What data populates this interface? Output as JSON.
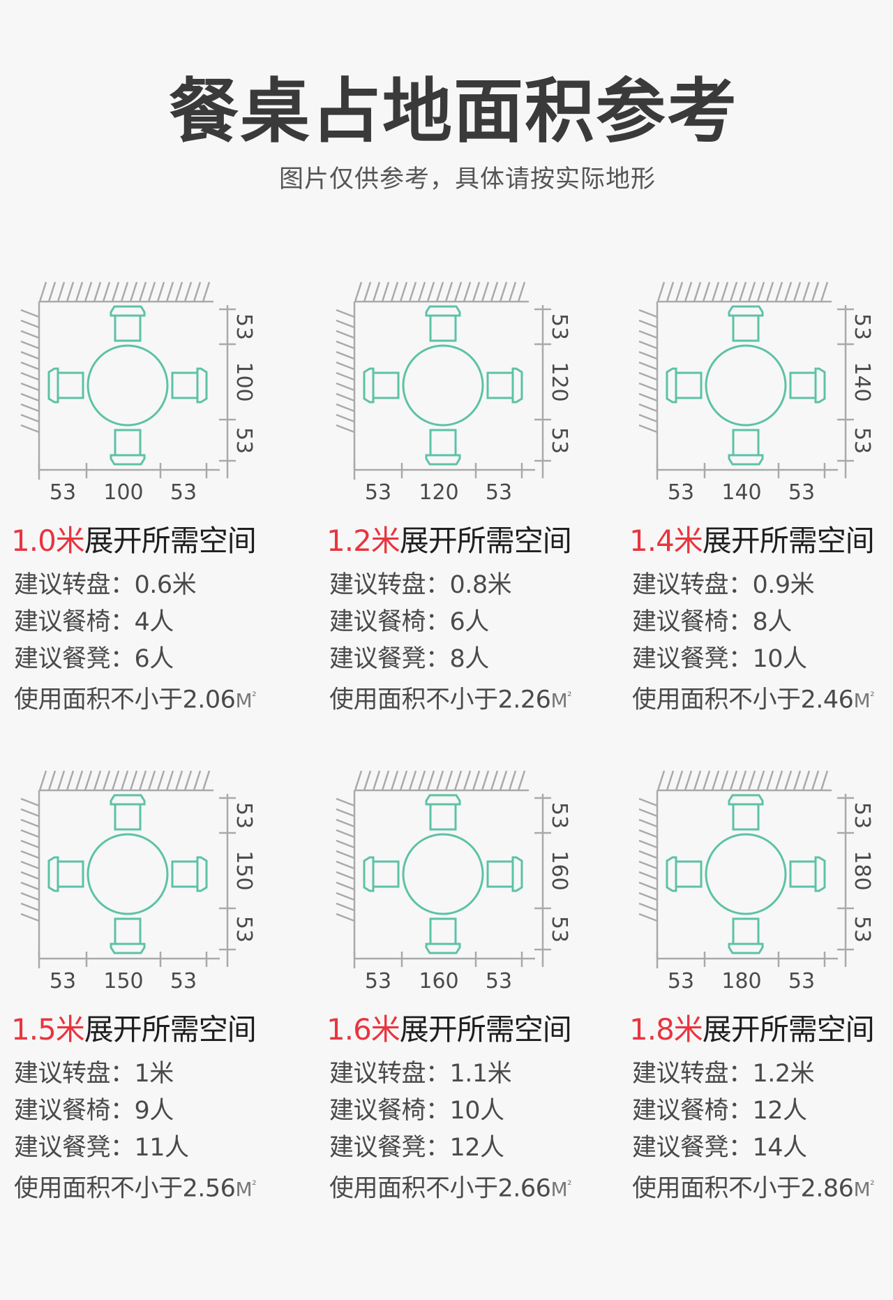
{
  "header": {
    "title": "餐桌占地面积参考",
    "subtitle": "图片仅供参考，具体请按实际地形"
  },
  "colors": {
    "accent_red": "#e8353f",
    "furniture_teal": "#5cc2a6",
    "wall_gray": "#a9a9a9",
    "text_dark": "#1f1f1f",
    "text_body": "#4a4a4a",
    "background": "#f7f7f7"
  },
  "labels": {
    "heading_suffix": "展开所需空间",
    "turntable": "建议转盘：",
    "chairs": "建议餐椅：",
    "stools": "建议餐凳：",
    "area": "使用面积不小于",
    "area_unit": "M",
    "area_unit_sup": "²"
  },
  "cards": [
    {
      "size": "1.0米",
      "clearance": "53",
      "table": "100",
      "turntable": "0.6米",
      "chairs": "4人",
      "stools": "6人",
      "area": "2.06"
    },
    {
      "size": "1.2米",
      "clearance": "53",
      "table": "120",
      "turntable": "0.8米",
      "chairs": "6人",
      "stools": "8人",
      "area": "2.26"
    },
    {
      "size": "1.4米",
      "clearance": "53",
      "table": "140",
      "turntable": "0.9米",
      "chairs": "8人",
      "stools": "10人",
      "area": "2.46"
    },
    {
      "size": "1.5米",
      "clearance": "53",
      "table": "150",
      "turntable": "1米",
      "chairs": "9人",
      "stools": "11人",
      "area": "2.56"
    },
    {
      "size": "1.6米",
      "clearance": "53",
      "table": "160",
      "turntable": "1.1米",
      "chairs": "10人",
      "stools": "12人",
      "area": "2.66"
    },
    {
      "size": "1.8米",
      "clearance": "53",
      "table": "180",
      "turntable": "1.2米",
      "chairs": "12人",
      "stools": "14人",
      "area": "2.86"
    }
  ]
}
